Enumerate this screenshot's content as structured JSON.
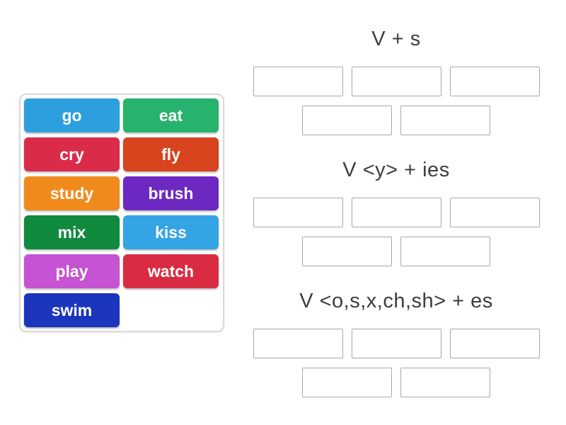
{
  "word_bank": {
    "words": [
      {
        "label": "go",
        "color": "#2d9fdf"
      },
      {
        "label": "eat",
        "color": "#27b26e"
      },
      {
        "label": "cry",
        "color": "#da2c49"
      },
      {
        "label": "fly",
        "color": "#d7441d"
      },
      {
        "label": "study",
        "color": "#f18a1d"
      },
      {
        "label": "brush",
        "color": "#6e28c2"
      },
      {
        "label": "mix",
        "color": "#108a3e"
      },
      {
        "label": "kiss",
        "color": "#34a4e4"
      },
      {
        "label": "play",
        "color": "#c553d2"
      },
      {
        "label": "watch",
        "color": "#d92c42"
      },
      {
        "label": "swim",
        "color": "#1c35bd"
      }
    ]
  },
  "groups": [
    {
      "title": "V + s",
      "slots": 5
    },
    {
      "title": "V <y> + ies",
      "slots": 5
    },
    {
      "title": "V <o,s,x,ch,sh> + es",
      "slots": 5
    }
  ],
  "colors": {
    "page_background": "#ffffff",
    "panel_border": "#d9d9d9",
    "slot_border": "#a8a8a8",
    "title_text": "#3d3d3d",
    "tile_text": "#ffffff"
  }
}
